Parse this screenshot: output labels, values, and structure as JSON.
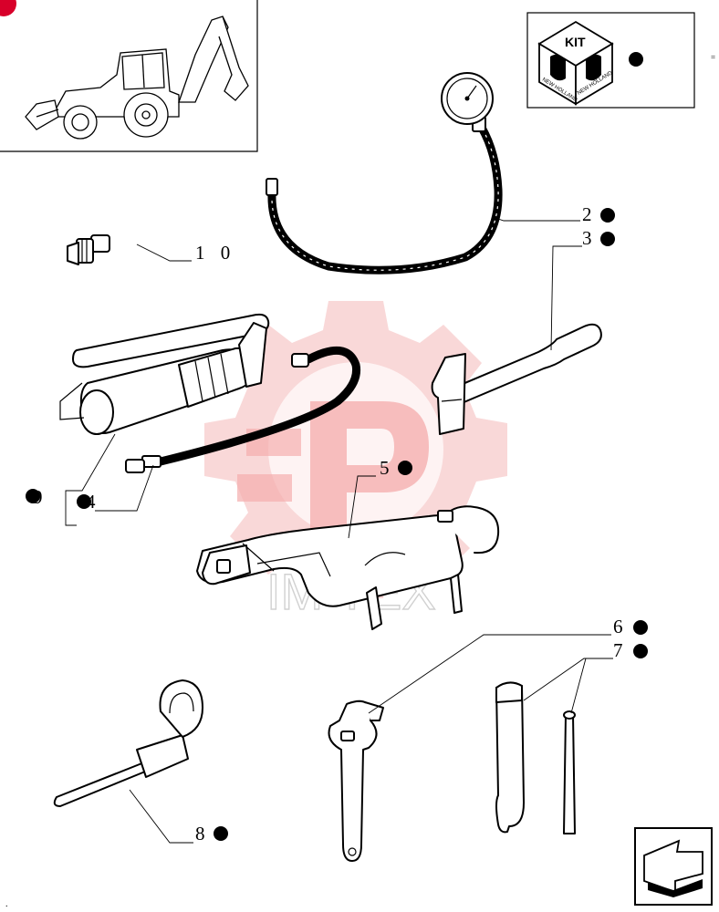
{
  "kit_label": "KIT",
  "brand_text": "NEW HOLLAND",
  "watermark_text": "IM TEX",
  "callouts": [
    {
      "id": "10",
      "text": "1 0"
    },
    {
      "id": "2",
      "text": "2"
    },
    {
      "id": "3",
      "text": "3"
    },
    {
      "id": "5",
      "text": "5"
    },
    {
      "id": "9",
      "text": "9"
    },
    {
      "id": "4",
      "text": "4"
    },
    {
      "id": "6",
      "text": "6"
    },
    {
      "id": "7",
      "text": "7"
    },
    {
      "id": "8",
      "text": "8"
    }
  ],
  "colors": {
    "line": "#000000",
    "watermark": "#f2a0a0",
    "background": "#ffffff",
    "corner_badge": "#d8002a"
  },
  "icons": [
    "backhoe-loader-illustration",
    "kit-cube-icon",
    "next-page-arrow-icon",
    "watermark-gear-logo"
  ]
}
